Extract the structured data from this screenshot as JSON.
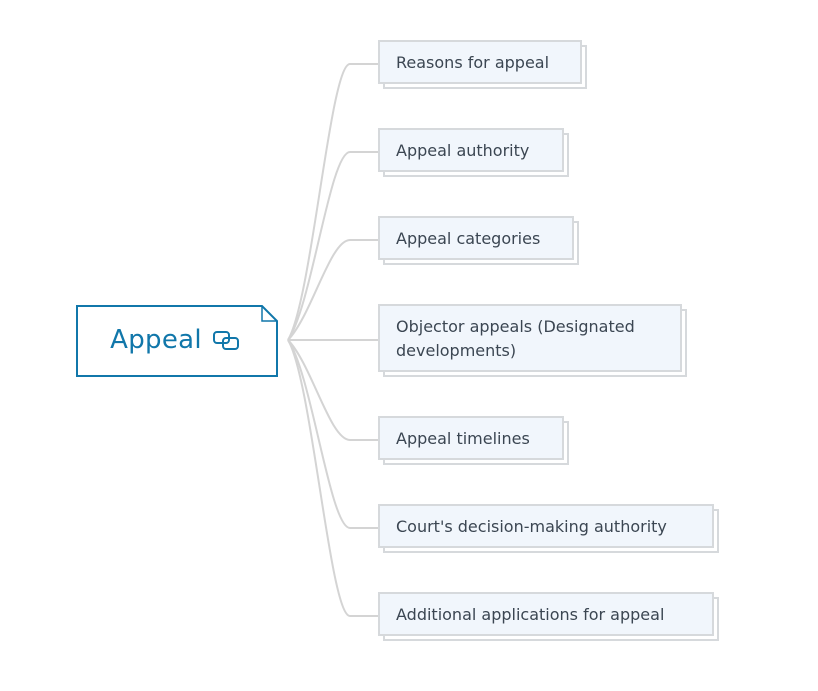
{
  "root": {
    "title": "Appeal",
    "icon": "linked-topics-icon",
    "accent_color": "#1177aa"
  },
  "branches": [
    {
      "label": "Reasons for appeal"
    },
    {
      "label": "Appeal authority"
    },
    {
      "label": "Appeal categories"
    },
    {
      "label": "Objector appeals (Designated developments)"
    },
    {
      "label": "Appeal timelines"
    },
    {
      "label": "Court's decision-making authority"
    },
    {
      "label": "Additional applications for appeal"
    }
  ],
  "colors": {
    "connector": "#d4d4d4",
    "card_fill": "#f1f6fc",
    "card_border": "#d6d9dc",
    "text": "#3b4652"
  }
}
